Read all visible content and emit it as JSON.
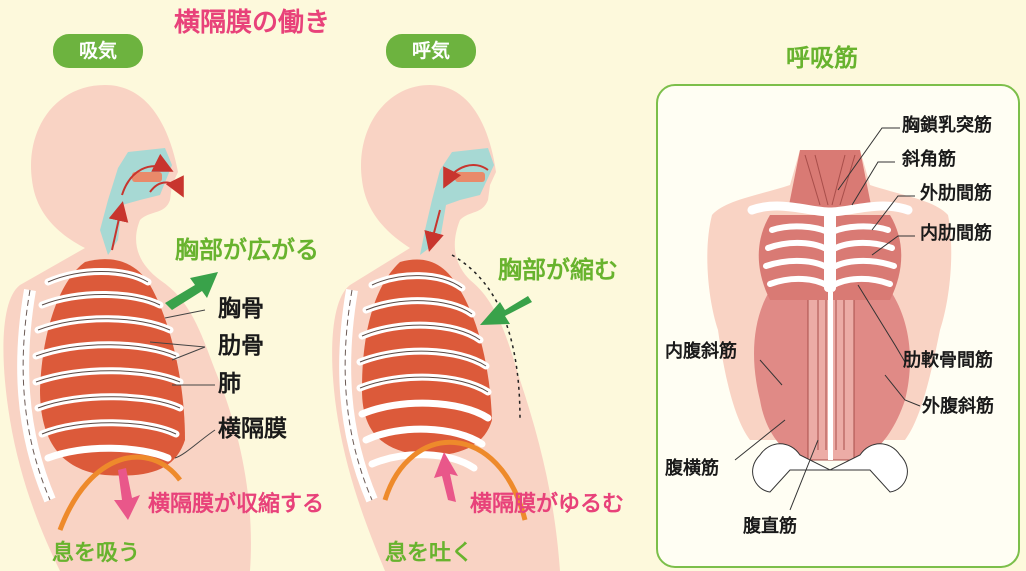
{
  "title": "横隔膜の働き",
  "inhale": {
    "badge": "吸気",
    "chest_label": "胸部が広がる",
    "labels": [
      "胸骨",
      "肋骨",
      "肺",
      "横隔膜"
    ],
    "diaphragm_label": "横隔膜が収縮する",
    "caption": "息を吸う"
  },
  "exhale": {
    "badge": "呼気",
    "chest_label": "胸部が縮む",
    "diaphragm_label": "横隔膜がゆるむ",
    "caption": "息を吐く"
  },
  "muscles": {
    "title": "呼吸筋",
    "labels": [
      "胸鎖乳突筋",
      "斜角筋",
      "外肋間筋",
      "内肋間筋",
      "肋軟骨間筋",
      "外腹斜筋",
      "内腹斜筋",
      "腹横筋",
      "腹直筋"
    ]
  },
  "colors": {
    "background": "#fdf9dc",
    "accent_pink": "#e8427a",
    "accent_green": "#68b32e",
    "body": "#f9d3c4",
    "lung": "#dc5a3a",
    "airway": "#a7d9d4",
    "diaphragm_curve": "#ee8a2b"
  }
}
